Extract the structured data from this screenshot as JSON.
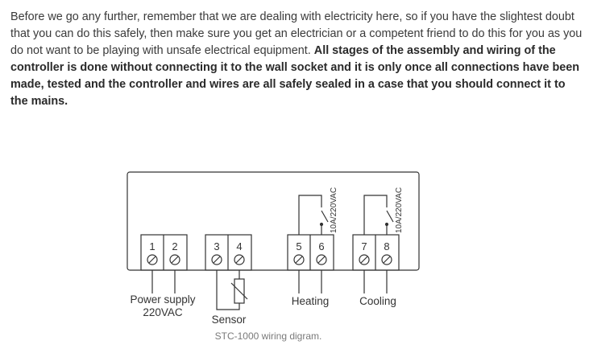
{
  "article": {
    "intro": "Before we go any further, remember that we are dealing with electricity here, so if you have the slightest doubt that you can do this safely, then make sure you get an electrician or a competent friend to do this for you as you do not want to be playing with unsafe electrical equipment. ",
    "warning_bold": "All stages of the assembly and wiring of the controller is done without connecting it to the wall socket and it is only once all connections have been made, tested and the controller and wires are all safely sealed in a case that you should connect it to the mains."
  },
  "diagram": {
    "terminals": [
      "1",
      "2",
      "3",
      "4",
      "5",
      "6",
      "7",
      "8"
    ],
    "relay_rating_1": "10A/220VAC",
    "relay_rating_2": "10A/220VAC",
    "label_power_line1": "Power supply",
    "label_power_line2": "220VAC",
    "label_sensor": "Sensor",
    "label_heating": "Heating",
    "label_cooling": "Cooling"
  },
  "caption": "STC-1000 wiring digram."
}
